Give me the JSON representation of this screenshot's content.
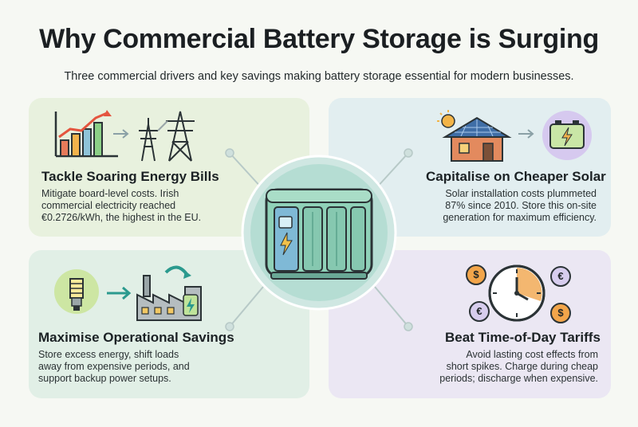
{
  "header": {
    "title": "Why Commercial Battery Storage is Surging",
    "subtitle": "Three commercial drivers and key savings making battery storage essential for modern businesses."
  },
  "panels": {
    "top_left": {
      "heading": "Tackle Soaring Energy Bills",
      "lines": [
        "Mitigate board-level costs. Irish",
        "commercial electricity reached",
        "€0.2726/kWh, the highest in the EU."
      ],
      "icons": [
        "bar-chart-icon",
        "arrow-right-icon",
        "power-pylon-icon"
      ]
    },
    "top_right": {
      "heading": "Capitalise on Cheaper Solar",
      "lines": [
        "Solar installation costs plummeted",
        "87% since 2010. Store this on-site",
        "generation for maximum efficiency."
      ],
      "icons": [
        "solar-house-icon",
        "arrow-right-icon",
        "battery-icon"
      ]
    },
    "bottom_left": {
      "heading": "Maximise Operational Savings",
      "lines": [
        "Store excess energy, shift loads",
        "away from expensive periods, and",
        "support backup power setups."
      ],
      "icons": [
        "lightbulb-icon",
        "arrow-right-icon",
        "factory-icon"
      ]
    },
    "bottom_right": {
      "heading": "Beat Time-of-Day Tariffs",
      "lines": [
        "Avoid lasting cost effects from",
        "short spikes. Charge during cheap",
        "periods; discharge when expensive."
      ],
      "icons": [
        "clock-icon",
        "dollar-coin-icon",
        "euro-coin-icon"
      ],
      "coins": [
        "$",
        "€",
        "€",
        "$"
      ]
    }
  },
  "center": {
    "icon": "battery-storage-unit-icon"
  },
  "colors": {
    "background": "#f6f8f3",
    "panel_green": "#e8f1de",
    "panel_blue": "#e2eef0",
    "panel_mint": "#e1efe6",
    "panel_lavender": "#ebe7f3",
    "battery_body": "#8fd1b8",
    "accent_orange": "#f0a34a"
  }
}
